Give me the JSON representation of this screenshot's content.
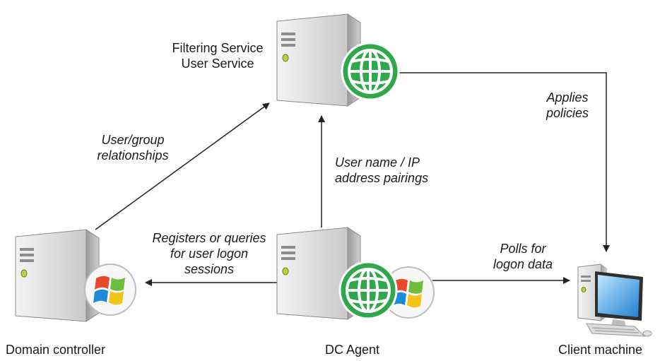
{
  "nodes": {
    "filtering_server": {
      "line1": "Filtering Service",
      "line2": "User Service"
    },
    "domain_controller": {
      "label": "Domain controller"
    },
    "dc_agent": {
      "label": "DC Agent"
    },
    "client_machine": {
      "label": "Client machine"
    }
  },
  "edges": {
    "user_group": {
      "line1": "User/group",
      "line2": "relationships"
    },
    "username_ip": {
      "line1": "User name / IP",
      "line2": "address pairings"
    },
    "applies": {
      "line1": "Applies",
      "line2": "policies"
    },
    "registers": {
      "line1": "Registers or queries",
      "line2": "for user logon",
      "line3": "sessions"
    },
    "polls": {
      "line1": "Polls for",
      "line2": "logon data"
    }
  },
  "colors": {
    "server_body": "#d9d9d9",
    "globe_green": "#2ea84a",
    "arrow": "#222222",
    "monitor_blue": "#3aa0e0"
  },
  "icons": [
    "server-icon",
    "globe-icon",
    "windows-logo-icon",
    "client-computer-icon"
  ]
}
